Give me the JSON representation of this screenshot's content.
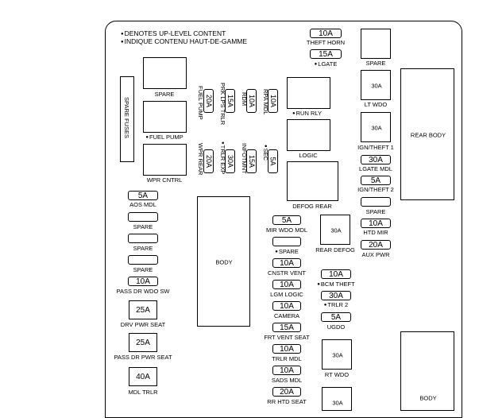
{
  "notes": {
    "line1": "DENOTES UP-LEVEL CONTENT",
    "line2": "INDIQUE CONTENU HAUT-DE-GAMME"
  },
  "spare_fuses": "SPARE FUSES",
  "relays": {
    "spare_top": "SPARE",
    "fuel_pump": "FUEL PUMP",
    "wpr_cntrl": "WPR CNTRL",
    "run_rly": "RUN RLY",
    "logic": "LOGIC",
    "defog_rear": "DEFOG REAR",
    "spare_right": "SPARE",
    "lt_wdo_amp": "30A",
    "lt_wdo": "LT WDO",
    "ign_theft1_amp": "30A",
    "ign_theft1": "IGN/THEFT 1",
    "rear_body": "REAR BODY",
    "body": "BODY",
    "rear_defog_amp": "30A",
    "rear_defog": "REAR DEFOG",
    "rt_wdo_amp": "30A",
    "rt_wdo": "RT WDO",
    "bottom_amp": "30A",
    "body_bottom": "BODY"
  },
  "vertical_fuses": {
    "fuel_pump": {
      "amp": "20A",
      "label": "FUEL PUMP"
    },
    "prk_lps_trlr": {
      "amp": "15A",
      "label": "PRK LPS TRLR"
    },
    "rdm": {
      "amp": "10A",
      "label": "RDM"
    },
    "rpa_mdl": {
      "amp": "10A",
      "label": "RPA MDL"
    },
    "wpr_rear": {
      "amp": "20A",
      "label": "WPR REAR"
    },
    "trlr_exp": {
      "amp": "30A",
      "label": "TRLR EXP"
    },
    "infotmnt": {
      "amp": "15A",
      "label": "INFOTMNT"
    },
    "sec": {
      "amp": "5A",
      "label": "SEC"
    }
  },
  "top_fuses": {
    "theft_horn": {
      "amp": "10A",
      "label": "THEFT HORN"
    },
    "lgate": {
      "amp": "15A",
      "label": "LGATE"
    }
  },
  "right_fuses": {
    "lgate_mdl": {
      "amp": "30A",
      "label": "LGATE MDL"
    },
    "ign_theft2": {
      "amp": "5A",
      "label": "IGN/THEFT 2"
    },
    "spare": {
      "amp": "",
      "label": "SPARE"
    },
    "htd_mir": {
      "amp": "10A",
      "label": "HTD MIR"
    },
    "aux_pwr": {
      "amp": "20A",
      "label": "AUX PWR"
    }
  },
  "left_fuses": {
    "aos_mdl": {
      "amp": "5A",
      "label": "AOS MDL"
    },
    "spare1": {
      "amp": "",
      "label": "SPARE"
    },
    "spare2": {
      "amp": "",
      "label": "SPARE"
    },
    "spare3": {
      "amp": "",
      "label": "SPARE"
    },
    "pass_dr_wdo_sw": {
      "amp": "10A",
      "label": "PASS DR WDO SW"
    },
    "drv_pwr_seat": {
      "amp": "25A",
      "label": "DRV PWR SEAT"
    },
    "pass_dr_pwr_seat": {
      "amp": "25A",
      "label": "PASS DR PWR SEAT"
    },
    "mdl_trlr": {
      "amp": "40A",
      "label": "MDL TRLR"
    }
  },
  "center_fuses": {
    "mir_wdo_mdl": {
      "amp": "5A",
      "label": "MIR WDO MDL"
    },
    "spare": {
      "amp": "",
      "label": "SPARE"
    },
    "cnstr_vent": {
      "amp": "10A",
      "label": "CNSTR VENT"
    },
    "lgm_logic": {
      "amp": "10A",
      "label": "LGM LOGIC"
    },
    "camera": {
      "amp": "10A",
      "label": "CAMERA"
    },
    "frt_vent_seat": {
      "amp": "15A",
      "label": "FRT VENT SEAT"
    },
    "trlr_mdl": {
      "amp": "10A",
      "label": "TRLR MDL"
    },
    "sads_mdl": {
      "amp": "10A",
      "label": "SADS MDL"
    },
    "rr_htd_seat": {
      "amp": "20A",
      "label": "RR HTD SEAT"
    }
  },
  "mid_fuses": {
    "bcm_theft": {
      "amp": "10A",
      "label": "BCM THEFT"
    },
    "trlr2": {
      "amp": "30A",
      "label": "TRLR 2"
    },
    "ugdo": {
      "amp": "5A",
      "label": "UGDO"
    }
  }
}
